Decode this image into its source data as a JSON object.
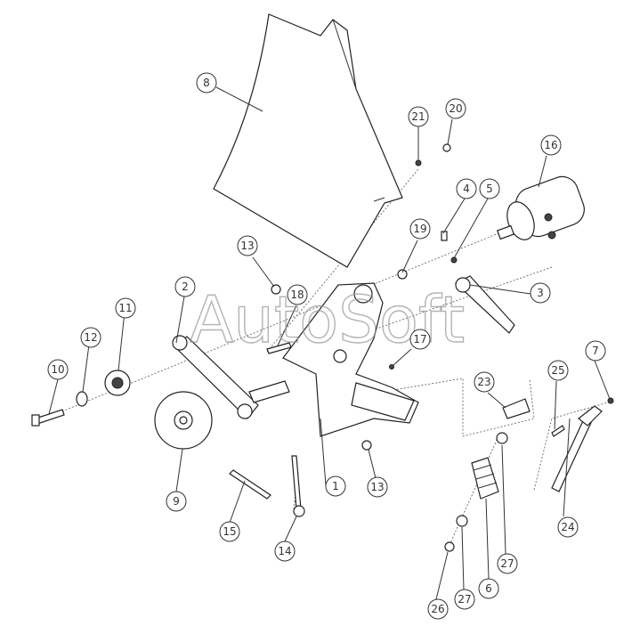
{
  "watermark": "AutoSoft",
  "callouts": [
    {
      "id": "1",
      "label": "1"
    },
    {
      "id": "2",
      "label": "2"
    },
    {
      "id": "3",
      "label": "3"
    },
    {
      "id": "4",
      "label": "4"
    },
    {
      "id": "5",
      "label": "5"
    },
    {
      "id": "6",
      "label": "6"
    },
    {
      "id": "7",
      "label": "7"
    },
    {
      "id": "8",
      "label": "8"
    },
    {
      "id": "9",
      "label": "9"
    },
    {
      "id": "10",
      "label": "10"
    },
    {
      "id": "11",
      "label": "11"
    },
    {
      "id": "12",
      "label": "12"
    },
    {
      "id": "13a",
      "label": "13"
    },
    {
      "id": "13b",
      "label": "13"
    },
    {
      "id": "14",
      "label": "14"
    },
    {
      "id": "15",
      "label": "15"
    },
    {
      "id": "16",
      "label": "16"
    },
    {
      "id": "17",
      "label": "17"
    },
    {
      "id": "18",
      "label": "18"
    },
    {
      "id": "19",
      "label": "19"
    },
    {
      "id": "20",
      "label": "20"
    },
    {
      "id": "21",
      "label": "21"
    },
    {
      "id": "23",
      "label": "23"
    },
    {
      "id": "24",
      "label": "24"
    },
    {
      "id": "25",
      "label": "25"
    },
    {
      "id": "26",
      "label": "26"
    },
    {
      "id": "27a",
      "label": "27"
    },
    {
      "id": "27b",
      "label": "27"
    }
  ]
}
